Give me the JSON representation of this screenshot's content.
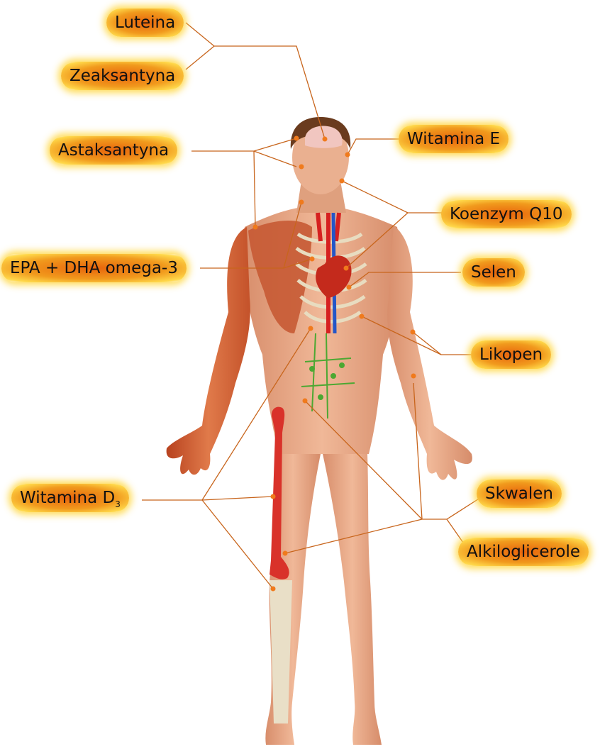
{
  "labels": {
    "luteina": "Luteina",
    "zeaksantyna": "Zeaksantyna",
    "astaksantyna": "Astaksantyna",
    "witamina_e": "Witamina E",
    "koenzym_q10": "Koenzym Q10",
    "epa_dha": "EPA + DHA omega-3",
    "selen": "Selen",
    "likopen": "Likopen",
    "witamina_d": "Witamina D",
    "witamina_d_sub": "3",
    "skwalen": "Skwalen",
    "alkiloglicerole": "Alkiloglicerole"
  },
  "colors": {
    "leader_line": "#c8651c",
    "label_core": "#e8640c",
    "label_glow": "#ffd84a",
    "skin": "#e8a988",
    "muscle": "#c8542e",
    "bone": "#e9dfc7",
    "marrow": "#d9322a",
    "hair": "#6a3b1e",
    "artery": "#d62020",
    "vein": "#2456c8",
    "lymph": "#4ca832"
  }
}
